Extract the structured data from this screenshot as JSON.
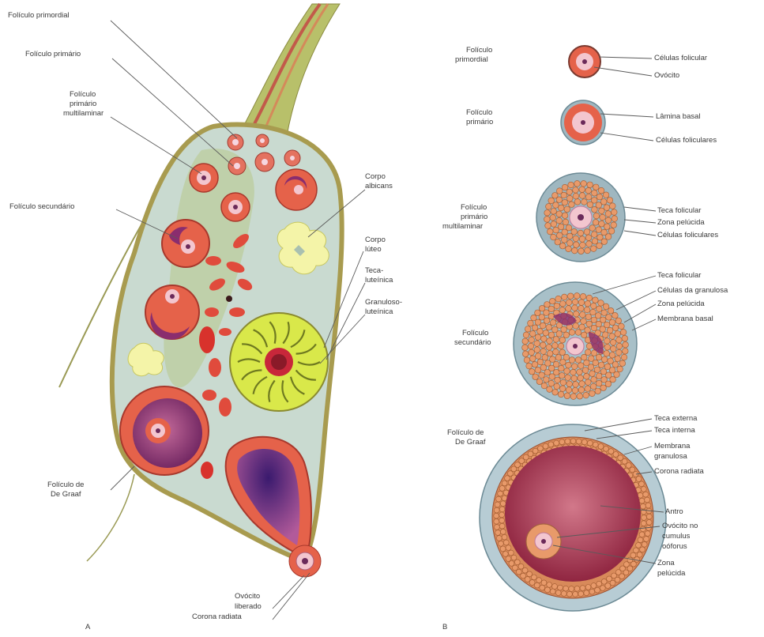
{
  "panel_a": {
    "letter": "A",
    "labels": {
      "primordial": "Folículo primordial",
      "primario": "Folículo primário",
      "multi_1": "Folículo",
      "multi_2": "primário",
      "multi_3": "multilaminar",
      "secundario": "Folículo secundário",
      "albicans_1": "Corpo",
      "albicans_2": "albicans",
      "luteo_1": "Corpo",
      "luteo_2": "lúteo",
      "teca_1": "Teca-",
      "teca_2": "luteínica",
      "granulosa_1": "Granuloso-",
      "granulosa_2": "luteínica",
      "graaf_1": "Folículo de",
      "graaf_2": "De Graaf",
      "ovocito_1": "Ovócito",
      "ovocito_2": "liberado",
      "corona": "Corona radiata"
    }
  },
  "panel_b": {
    "letter": "B",
    "primordial": {
      "title": [
        "Folículo",
        "primordial"
      ],
      "right": [
        "Células folicular",
        "Ovócito"
      ]
    },
    "primario": {
      "title": [
        "Folículo",
        "primário"
      ],
      "right": [
        "Lâmina basal",
        "Células foliculares"
      ]
    },
    "multilaminar": {
      "title": [
        "Folículo",
        "primário",
        "multilaminar"
      ],
      "right": [
        "Teca folicular",
        "Zona pelúcida",
        "Células foliculares"
      ]
    },
    "secundario": {
      "title": [
        "Folículo",
        "secundário"
      ],
      "right": [
        "Teca folicular",
        "Células da granulosa",
        "Zona pelúcida",
        "Membrana basal"
      ]
    },
    "graaf": {
      "title": [
        "Folículo de",
        "De Graaf"
      ],
      "right": [
        "Teca externa",
        "Teca interna",
        "Membrana",
        "granulosa",
        "Corona radiata",
        "Antro",
        "Ovócito no",
        "cumulus",
        "oóforus",
        "Zona",
        "pelúcida"
      ]
    }
  },
  "colors": {
    "stroma": "#c8d8c8",
    "capsule": "#b5ad6a",
    "follicle": "#e2664f",
    "antrum": "#8a2d6e",
    "luteum": "#d9e84a",
    "albicans": "#f4f4a8",
    "theca": "#8fb0bd"
  }
}
